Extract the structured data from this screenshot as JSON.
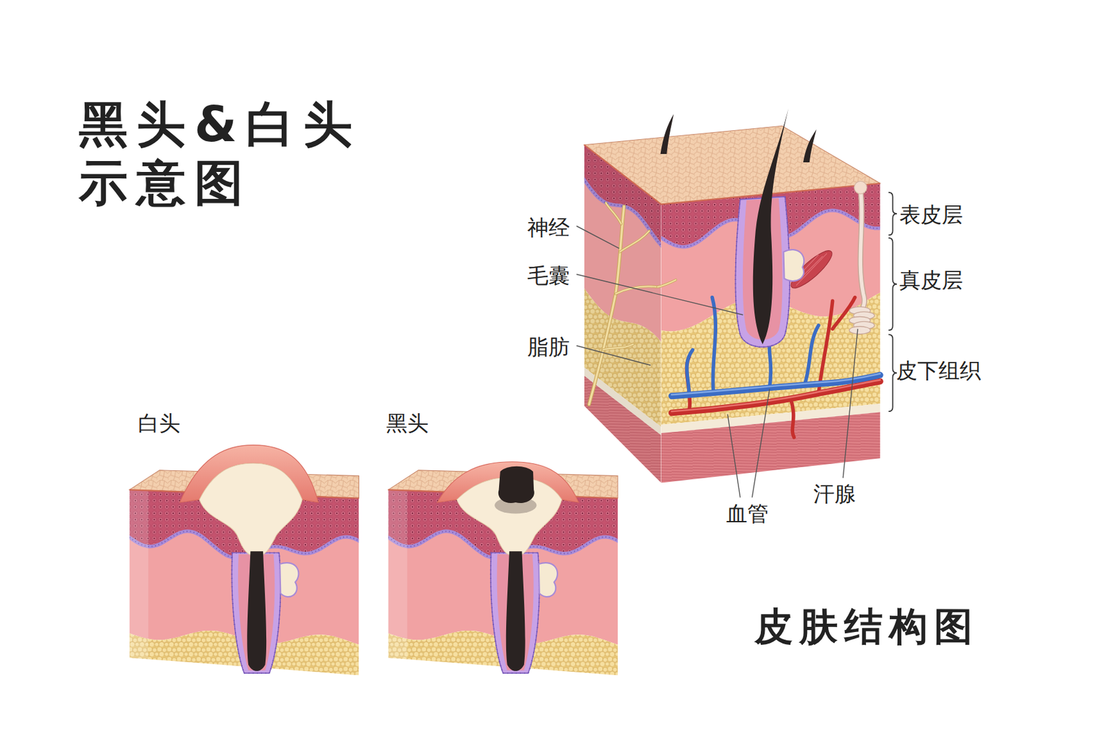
{
  "diagram": {
    "title": "黑头&白头 示意图",
    "caption": "皮肤结构图",
    "labels": [
      "白头",
      "黑头",
      "神经",
      "毛囊",
      "脂肪",
      "表皮层",
      "真皮层",
      "皮下组织",
      "血管",
      "汗腺"
    ]
  }
}
